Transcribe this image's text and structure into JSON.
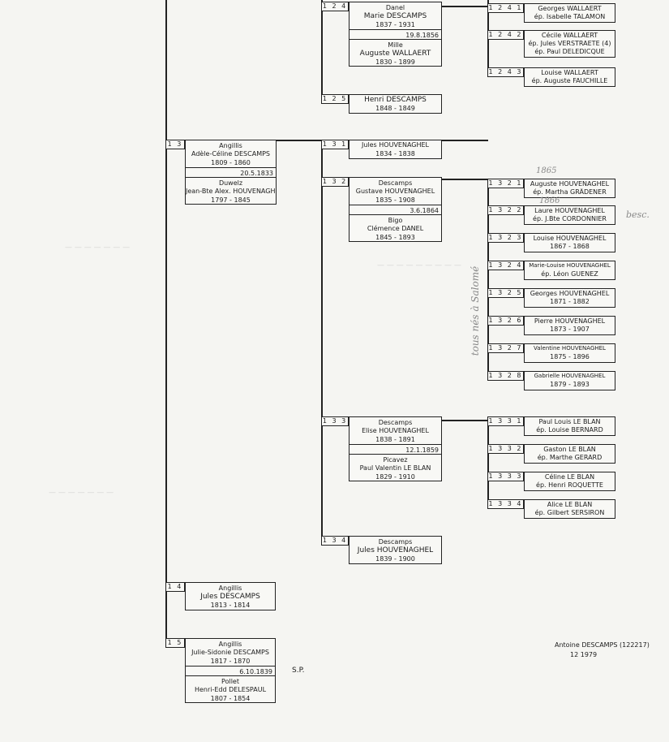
{
  "people": {
    "p124": {
      "num": "1 2 4",
      "surname": "Danel",
      "name": "Marie DESCAMPS",
      "dates": "1837 - 1931",
      "marriage": "19.8.1856",
      "spouse_family": "Mille",
      "spouse": "Auguste WALLAERT",
      "spouse_dates": "1830 - 1899"
    },
    "p1241": {
      "num": "1 2 4 1",
      "name": "Georges WALLAERT",
      "spouse": "ép. Isabelle TALAMON"
    },
    "p1242": {
      "num": "1 2 4 2",
      "name": "Cécile WALLAERT",
      "spouse": "ép. Jules VERSTRAETE (4)",
      "spouse2": "ép. Paul DELEDICQUE"
    },
    "p1243": {
      "num": "1 2 4 3",
      "name": "Louise WALLAERT",
      "spouse": "ép. Auguste FAUCHILLE"
    },
    "p125": {
      "num": "1 2 5",
      "name": "Henri DESCAMPS",
      "dates": "1848 - 1849"
    },
    "p13": {
      "num": "1 3",
      "surname": "Angillis",
      "name": "Adèle-Céline DESCAMPS",
      "dates": "1809 - 1860",
      "marriage": "20.5.1833",
      "spouse_family": "Duwelz",
      "spouse": "Jean-Bte Alex. HOUVENAGHEL",
      "spouse_dates": "1797 - 1845"
    },
    "p131": {
      "num": "1 3 1",
      "name": "Jules HOUVENAGHEL",
      "dates": "1834 - 1838"
    },
    "p132": {
      "num": "1 3 2",
      "surname": "Descamps",
      "name": "Gustave HOUVENAGHEL",
      "dates": "1835 - 1908",
      "marriage": "3.6.1864",
      "spouse_family": "Bigo",
      "spouse": "Clémence DANEL",
      "spouse_dates": "1845 - 1893"
    },
    "p1321": {
      "num": "1 3 2 1",
      "name": "Auguste HOUVENAGHEL",
      "spouse": "ép. Martha GRÄDENER"
    },
    "p1322": {
      "num": "1 3 2 2",
      "name": "Laure HOUVENAGHEL",
      "spouse": "ép. J.Bte CORDONNIER"
    },
    "p1323": {
      "num": "1 3 2 3",
      "name": "Louise HOUVENAGHEL",
      "dates": "1867 - 1868"
    },
    "p1324": {
      "num": "1 3 2 4",
      "name": "Marie-Louise HOUVENAGHEL",
      "spouse": "ép. Léon GUENEZ"
    },
    "p1325": {
      "num": "1 3 2 5",
      "name": "Georges HOUVENAGHEL",
      "dates": "1871 - 1882"
    },
    "p1326": {
      "num": "1 3 2 6",
      "name": "Pierre HOUVENAGHEL",
      "dates": "1873 - 1907"
    },
    "p1327": {
      "num": "1 3 2 7",
      "name": "Valentine HOUVENAGHEL",
      "dates": "1875 - 1896"
    },
    "p1328": {
      "num": "1 3 2 8",
      "name": "Gabrielle HOUVENAGHEL",
      "dates": "1879 - 1893"
    },
    "p133": {
      "num": "1 3 3",
      "surname": "Descamps",
      "name": "Elise HOUVENAGHEL",
      "dates": "1838 - 1891",
      "marriage": "12.1.1859",
      "spouse_family": "Picavez",
      "spouse": "Paul Valentin LE BLAN",
      "spouse_dates": "1829 - 1910"
    },
    "p1331": {
      "num": "1 3 3 1",
      "name": "Paul Louis LE BLAN",
      "spouse": "ép. Louise BERNARD"
    },
    "p1332": {
      "num": "1 3 3 2",
      "name": "Gaston LE BLAN",
      "spouse": "ép. Marthe GERARD"
    },
    "p1333": {
      "num": "1 3 3 3",
      "name": "Céline LE BLAN",
      "spouse": "ép. Henri ROQUETTE"
    },
    "p1334": {
      "num": "1 3 3 4",
      "name": "Alice LE BLAN",
      "spouse": "ép. Gilbert SERSIRON"
    },
    "p134": {
      "num": "1 3 4",
      "surname": "Descamps",
      "name": "Jules HOUVENAGHEL",
      "dates": "1839 - 1900"
    },
    "p14": {
      "num": "1 4",
      "surname": "Angillis",
      "name": "Jules DESCAMPS",
      "dates": "1813 - 1814"
    },
    "p15": {
      "num": "1 5",
      "surname": "Angillis",
      "name": "Julie-Sidonie DESCAMPS",
      "dates": "1817 - 1870",
      "marriage": "6.10.1839",
      "spouse_family": "Pollet",
      "spouse": "Henri-Edd DELESPAUL",
      "spouse_dates": "1807 - 1854"
    }
  },
  "annotations": {
    "sp": "S.P.",
    "author": "Antoine DESCAMPS (122217)",
    "date": "12  1979",
    "pencil_1865": "1865",
    "pencil_1866": "1866",
    "pencil_besc": "besc.",
    "pencil_vertical": "tous nés à Salomé"
  }
}
